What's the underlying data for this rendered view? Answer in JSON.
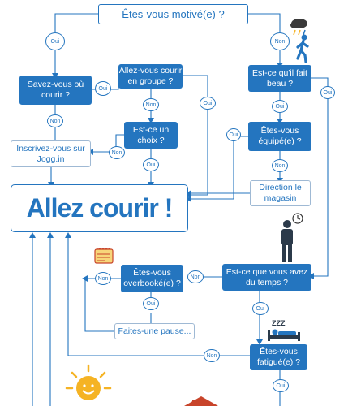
{
  "colors": {
    "accent": "#2475bf",
    "sun": "#f5b324",
    "roof": "#c8442a"
  },
  "nodes": {
    "start": "Êtes-vous motivé(e) ?",
    "knowwhere": "Savez-vous où courir ?",
    "group": "Allez-vous courir en groupe ?",
    "choice": "Est-ce un choix ?",
    "signup": "Inscrivez-vous sur Jogg.in",
    "weather": "Est-ce qu'il fait beau ?",
    "equipped": "Êtes-vous équipé(e) ?",
    "store": "Direction le magasin",
    "go": "Allez courir !",
    "time": "Est-ce que vous avez du temps ?",
    "busy": "Êtes-vous overbooké(e) ?",
    "pause": "Faites-une pause...",
    "tired": "Êtes-vous fatigué(e) ?"
  },
  "labels": {
    "yes": "Oui",
    "no": "Non",
    "zzz": "ZZZ"
  },
  "icons": [
    "rain-cloud-icon",
    "running-person-icon",
    "clock-icon",
    "standing-man-icon",
    "sleeping-person-icon",
    "agenda-icon",
    "sun-icon",
    "house-roof-icon"
  ]
}
